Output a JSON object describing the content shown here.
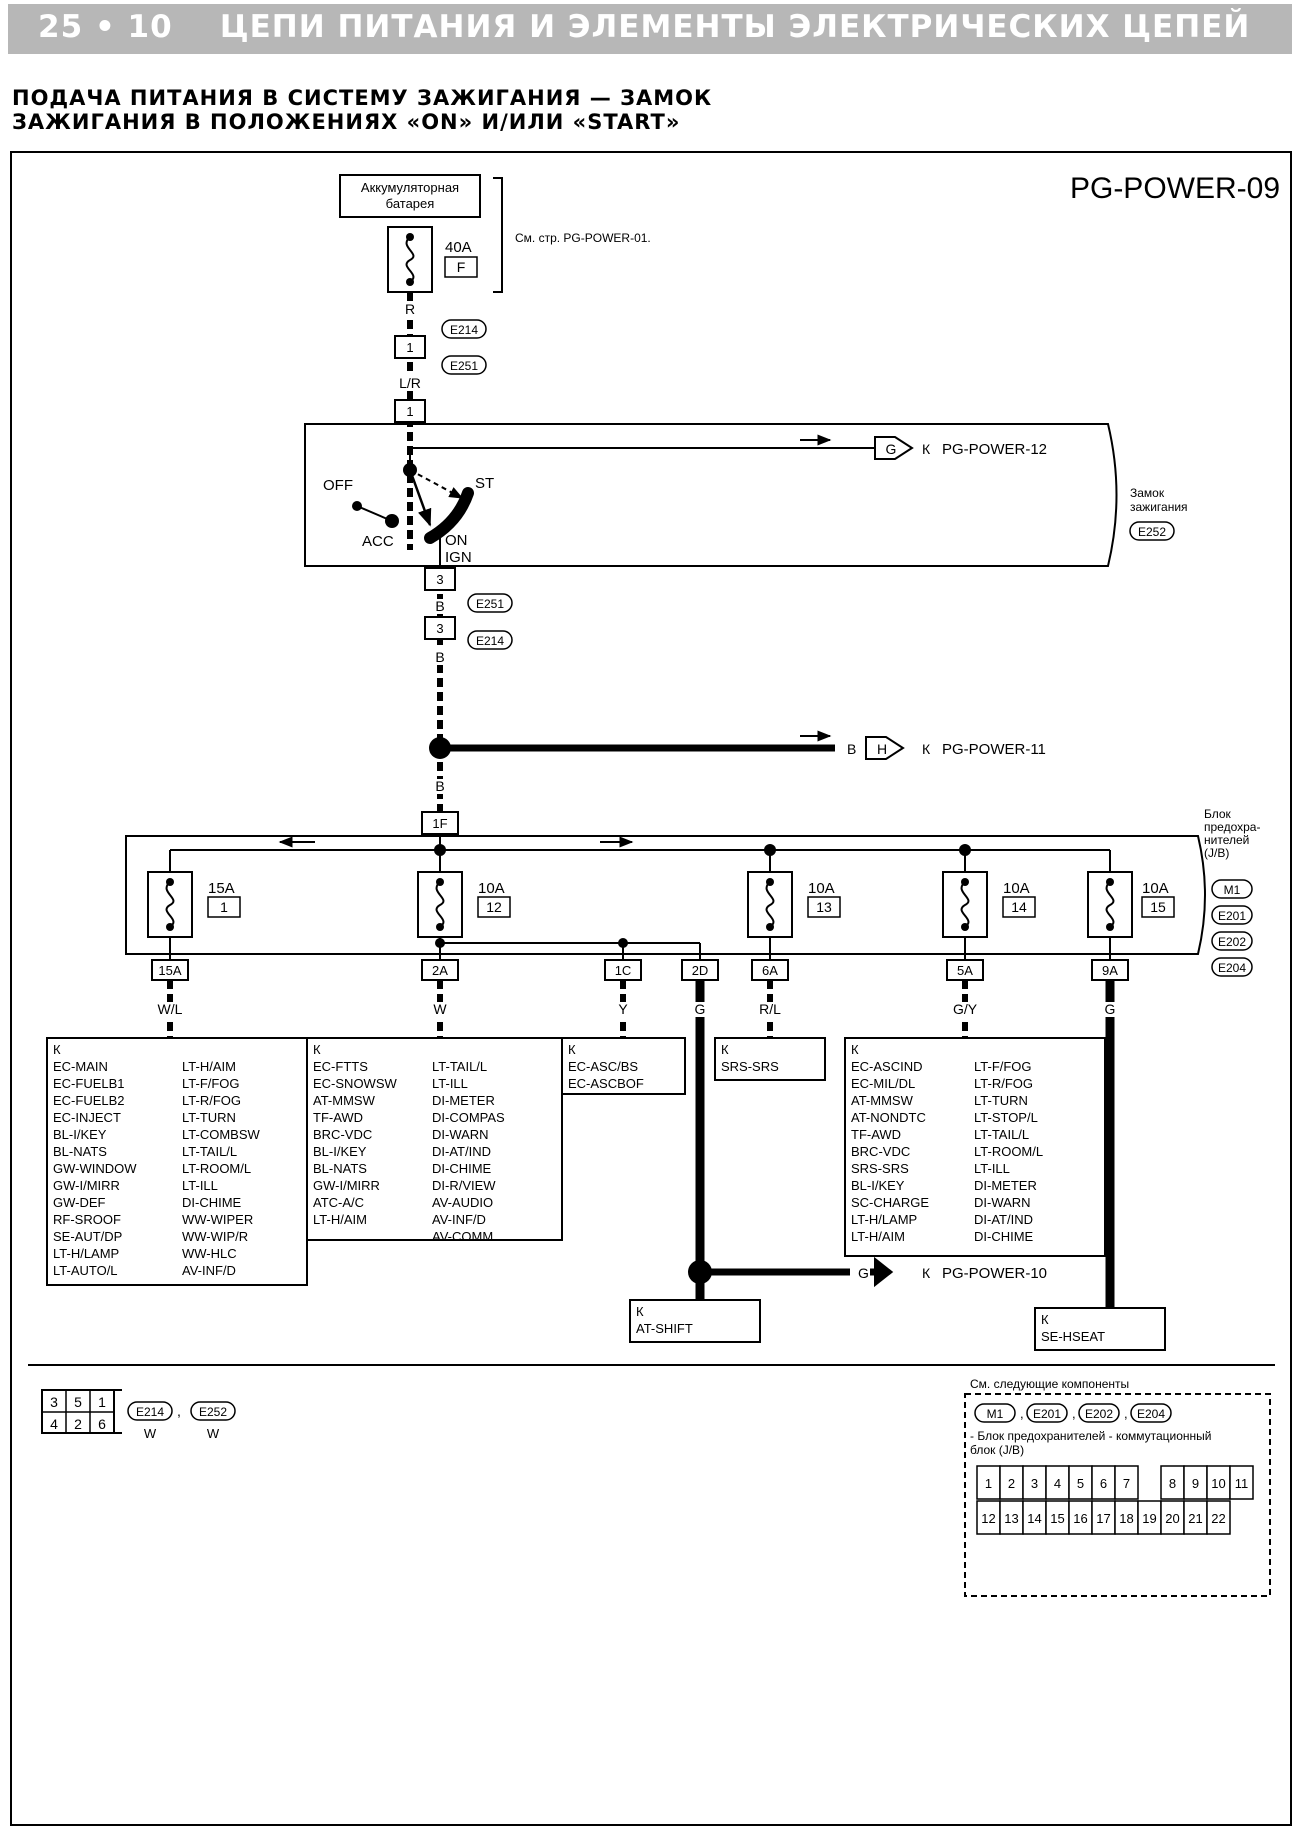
{
  "header": {
    "page_number": "25",
    "chapter_number": "10",
    "chapter_title": "ЦЕПИ ПИТАНИЯ И ЭЛЕМЕНТЫ ЭЛЕКТРИЧЕСКИХ ЦЕПЕЙ"
  },
  "section_title": {
    "line1": "ПОДАЧА ПИТАНИЯ В СИСТЕМУ ЗАЖИГАНИЯ — ЗАМОК",
    "line2": "ЗАЖИГАНИЯ В ПОЛОЖЕНИЯХ «ON» И/ИЛИ «START»"
  },
  "diagram": {
    "code": "PG-POWER-09",
    "battery": {
      "label_line1": "Аккумуляторная",
      "label_line2": "батарея",
      "fuse_rating": "40A",
      "fuse_id": "F",
      "see_page": "См. стр. PG-POWER-01."
    },
    "wires": {
      "r": "R",
      "lr": "L/R",
      "b1": "B",
      "b2": "B",
      "b3": "B",
      "b_arrow": "B",
      "wl": "W/L",
      "w": "W",
      "y": "Y",
      "g1": "G",
      "rl": "R/L",
      "gy": "G/Y",
      "g2": "G",
      "g_arrow": "G"
    },
    "connectors": {
      "e214_a": "E214",
      "e251_a": "E251",
      "e251_b": "E251",
      "e214_b": "E214",
      "e252": "E252"
    },
    "pins": {
      "p1a": "1",
      "p1b": "1",
      "p3a": "3",
      "p3b": "3",
      "p1f": "1F",
      "p15a": "15A",
      "p2a": "2A",
      "p1c": "1C",
      "p2d": "2D",
      "p6a": "6A",
      "p5a": "5A",
      "p9a": "9A"
    },
    "ignition_switch": {
      "title_line1": "Замок",
      "title_line2": "зажигания",
      "off": "OFF",
      "acc": "ACC",
      "st": "ST",
      "on": "ON",
      "ign": "IGN"
    },
    "offpage": {
      "g_letter": "G",
      "g_to": "К",
      "g_target": "PG-POWER-12",
      "h_letter": "H",
      "h_to": "К",
      "h_target": "PG-POWER-11",
      "p10_to": "К",
      "p10_target": "PG-POWER-10"
    },
    "fuse_block": {
      "title_line1": "Блок",
      "title_line2": "предохра-",
      "title_line3": "нителей",
      "title_line4": "(J/B)",
      "connectors": [
        "M1",
        "E201",
        "E202",
        "E204"
      ],
      "fuses": [
        {
          "rating": "15A",
          "number": "1"
        },
        {
          "rating": "10A",
          "number": "12"
        },
        {
          "rating": "10A",
          "number": "13"
        },
        {
          "rating": "10A",
          "number": "14"
        },
        {
          "rating": "10A",
          "number": "15"
        }
      ]
    },
    "destinations": {
      "box1": {
        "title": "К",
        "col1": [
          "EC-MAIN",
          "EC-FUELB1",
          "EC-FUELB2",
          "EC-INJECT",
          "BL-I/KEY",
          "BL-NATS",
          "GW-WINDOW",
          "GW-I/MIRR",
          "GW-DEF",
          "RF-SROOF",
          "SE-AUT/DP",
          "LT-H/LAMP",
          "LT-AUTO/L"
        ],
        "col2": [
          "LT-H/AIM",
          "LT-F/FOG",
          "LT-R/FOG",
          "LT-TURN",
          "LT-COMBSW",
          "LT-TAIL/L",
          "LT-ROOM/L",
          "LT-ILL",
          "DI-CHIME",
          "WW-WIPER",
          "WW-WIP/R",
          "WW-HLC",
          "AV-INF/D"
        ]
      },
      "box2": {
        "title": "К",
        "col1": [
          "EC-FTTS",
          "EC-SNOWSW",
          "AT-MMSW",
          "TF-AWD",
          "BRC-VDC",
          "BL-I/KEY",
          "BL-NATS",
          "GW-I/MIRR",
          "ATC-A/C",
          "LT-H/AIM"
        ],
        "col2": [
          "LT-TAIL/L",
          "LT-ILL",
          "DI-METER",
          "DI-COMPAS",
          "DI-WARN",
          "DI-AT/IND",
          "DI-CHIME",
          "DI-R/VIEW",
          "AV-AUDIO",
          "AV-INF/D",
          "AV-COMM"
        ]
      },
      "box3": {
        "title": "К",
        "items": [
          "EC-ASC/BS",
          "EC-ASCBOF"
        ]
      },
      "box4": {
        "title": "К",
        "items": [
          "SRS-SRS"
        ]
      },
      "box5": {
        "title": "К",
        "col1": [
          "EC-ASCIND",
          "EC-MIL/DL",
          "AT-MMSW",
          "AT-NONDTC",
          "TF-AWD",
          "BRC-VDC",
          "SRS-SRS",
          "BL-I/KEY",
          "SC-CHARGE",
          "LT-H/LAMP",
          "LT-H/AIM"
        ],
        "col2": [
          "LT-F/FOG",
          "LT-R/FOG",
          "LT-TURN",
          "LT-STOP/L",
          "LT-TAIL/L",
          "LT-ROOM/L",
          "LT-ILL",
          "DI-METER",
          "DI-WARN",
          "DI-AT/IND",
          "DI-CHIME"
        ]
      },
      "box6": {
        "title": "К",
        "items": [
          "AT-SHIFT"
        ]
      },
      "box7": {
        "title": "К",
        "items": [
          "SE-HSEAT"
        ]
      }
    },
    "connector_view": {
      "cells": [
        "3",
        "5",
        "1",
        "4",
        "2",
        "6"
      ],
      "conn1": "E214",
      "conn1_color": "W",
      "sep": ",",
      "conn2": "E252",
      "conn2_color": "W"
    },
    "components_note": {
      "title": "См. следующие компоненты",
      "connectors": [
        "M1",
        "E201",
        "E202",
        "E204"
      ],
      "desc_line1": "- Блок предохранителей - коммутационный",
      "desc_line2": "блок (J/B)",
      "row1": [
        "1",
        "2",
        "3",
        "4",
        "5",
        "6",
        "7",
        "",
        "8",
        "9",
        "10",
        "11"
      ],
      "row2": [
        "12",
        "13",
        "14",
        "15",
        "16",
        "17",
        "18",
        "19",
        "20",
        "21",
        "22",
        ""
      ]
    }
  }
}
